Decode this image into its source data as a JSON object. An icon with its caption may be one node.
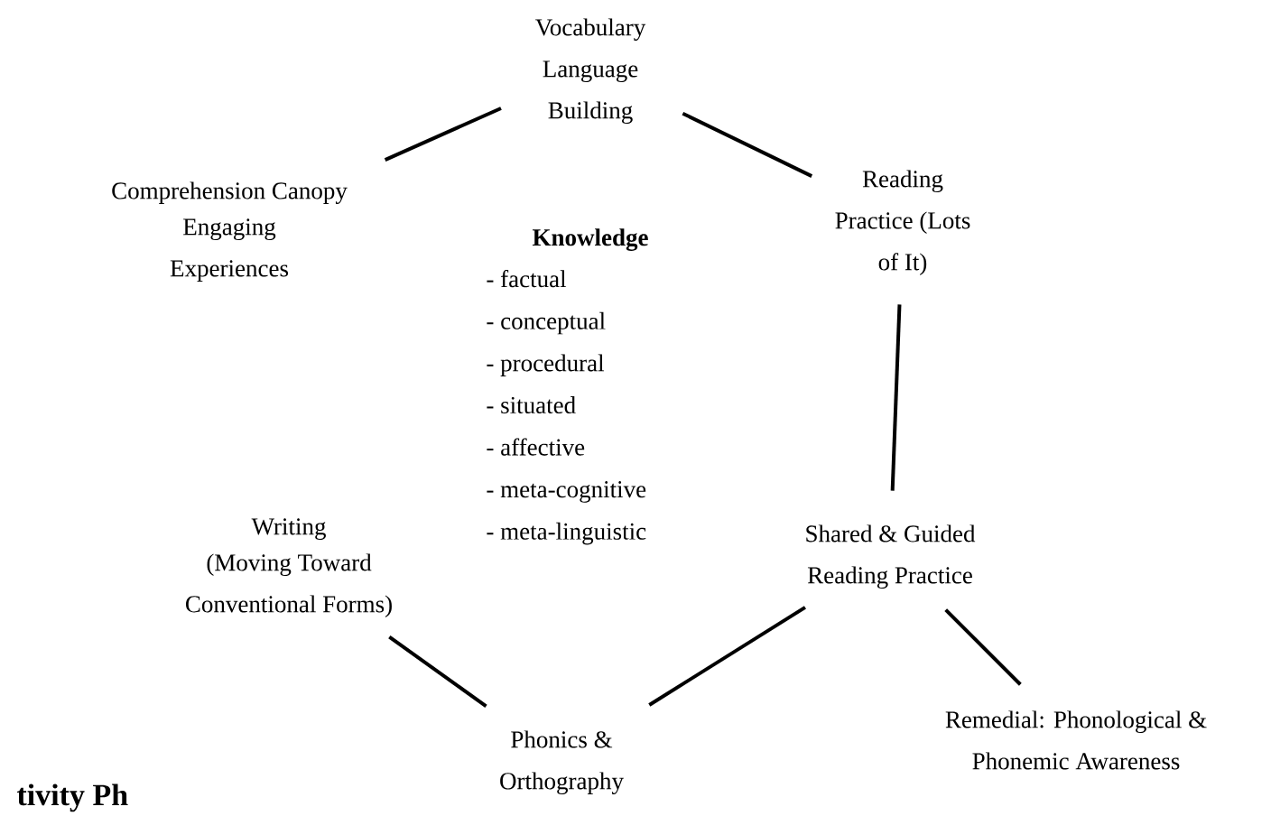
{
  "diagram": {
    "nodes": [
      {
        "text": [
          "Vocabulary Language Building"
        ]
      },
      {
        "text": [
          "Reading Practice (Lots of It)"
        ]
      },
      {
        "text": [
          "Shared & Guided Reading Practice"
        ]
      },
      {
        "text": [
          "Remedial: Phonological & Phonemic Awareness"
        ]
      },
      {
        "text": [
          "Phonics & Orthography"
        ]
      },
      {
        "text": [
          "Writing",
          "(Moving Toward Conventional Forms)"
        ]
      },
      {
        "text": [
          "Comprehension Canopy",
          "Engaging Experiences"
        ]
      }
    ],
    "edges": [
      {
        "from": 6,
        "to": 0,
        "arrow": "none"
      },
      {
        "from": 0,
        "to": 1,
        "arrow": "none"
      },
      {
        "from": 1,
        "to": 2,
        "arrow": "none"
      },
      {
        "from": 2,
        "to": 3,
        "arrow": "none"
      },
      {
        "from": 2,
        "to": 4,
        "arrow": "none"
      },
      {
        "from": 4,
        "to": 5,
        "arrow": "none"
      }
    ],
    "labels": [
      "Knowledge",
      "- factual",
      "- conceptual",
      "- procedural",
      "- situated",
      "- affective",
      "- meta-cognitive",
      "- meta-linguistic",
      "tivity Ph"
    ]
  }
}
